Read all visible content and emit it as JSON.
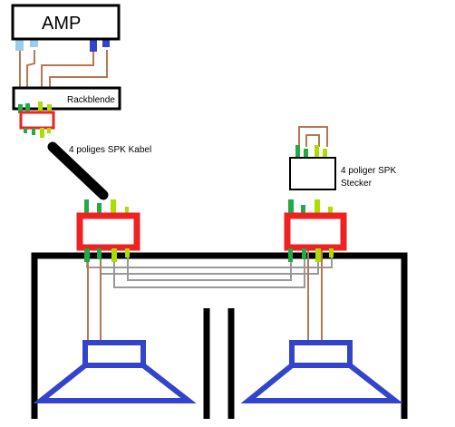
{
  "labels": {
    "amp": "AMP",
    "rackblende": "Rackblende",
    "cable": "4 poliges SPK Kabel",
    "plug_line1": "4 poliger SPK",
    "plug_line2": "Stecker"
  },
  "colors": {
    "outline": "#000000",
    "connector_red": "#ee2222",
    "wire_brown": "#b87850",
    "wire_gray": "#999999",
    "pin_green_dark": "#22aa44",
    "pin_green_light": "#aadd00",
    "pin_lightblue": "#99ccee",
    "pin_blue": "#3344cc",
    "speaker_blue": "#3344cc"
  }
}
